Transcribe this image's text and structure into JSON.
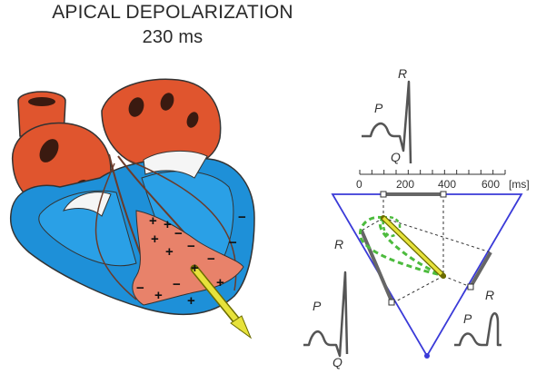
{
  "title": {
    "line1": "APICAL DEPOLARIZATION",
    "line2": "230 ms"
  },
  "colors": {
    "atria_red": "#e0552e",
    "ventricle_blue": "#1e90d8",
    "depolarized_salmon": "#e8826a",
    "vector_arrow": "#e7e23a",
    "vector_loop": "#4cbb3d",
    "einthoven_triangle": "#3a3ad8"
  },
  "timescale": {
    "ticks": [
      "0",
      "200",
      "400",
      "600"
    ],
    "unit": "[ms]"
  },
  "leads": {
    "top": {
      "p_label": "P",
      "r_label": "R",
      "q_label": "Q"
    },
    "left": {
      "r_label": "R",
      "p_label": "P",
      "q_label": "Q"
    },
    "right": {
      "r_label": "R",
      "p_label": "P"
    }
  },
  "signs": {
    "plus": "+",
    "minus": "−"
  }
}
